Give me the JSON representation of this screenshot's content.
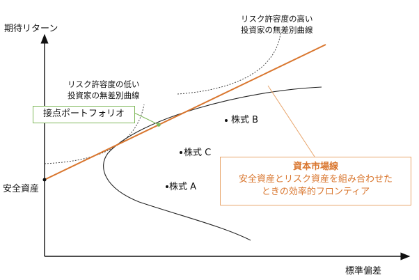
{
  "axes": {
    "y_label": "期待リターン",
    "x_label": "標準偏差"
  },
  "labels": {
    "high_tolerance_line1": "リスク許容度の高い",
    "high_tolerance_line2": "投資家の無差別曲線",
    "low_tolerance_line1": "リスク許容度の低い",
    "low_tolerance_line2": "投資家の無差別曲線",
    "tangency_portfolio": "接点ポートフォリオ",
    "risk_free_asset": "安全資産",
    "stock_a": "株式 A",
    "stock_b": "株式 B",
    "stock_c": "株式 C"
  },
  "cml_box": {
    "title": "資本市場線",
    "line1": "安全資産とリスク資産を組み合わせた",
    "line2": "ときの効率的フロンティア"
  },
  "colors": {
    "cml_line": "#d9762e",
    "tangency_box_border": "#7fb85a",
    "cml_box_border": "#e8a46a",
    "frontier": "#222222"
  }
}
